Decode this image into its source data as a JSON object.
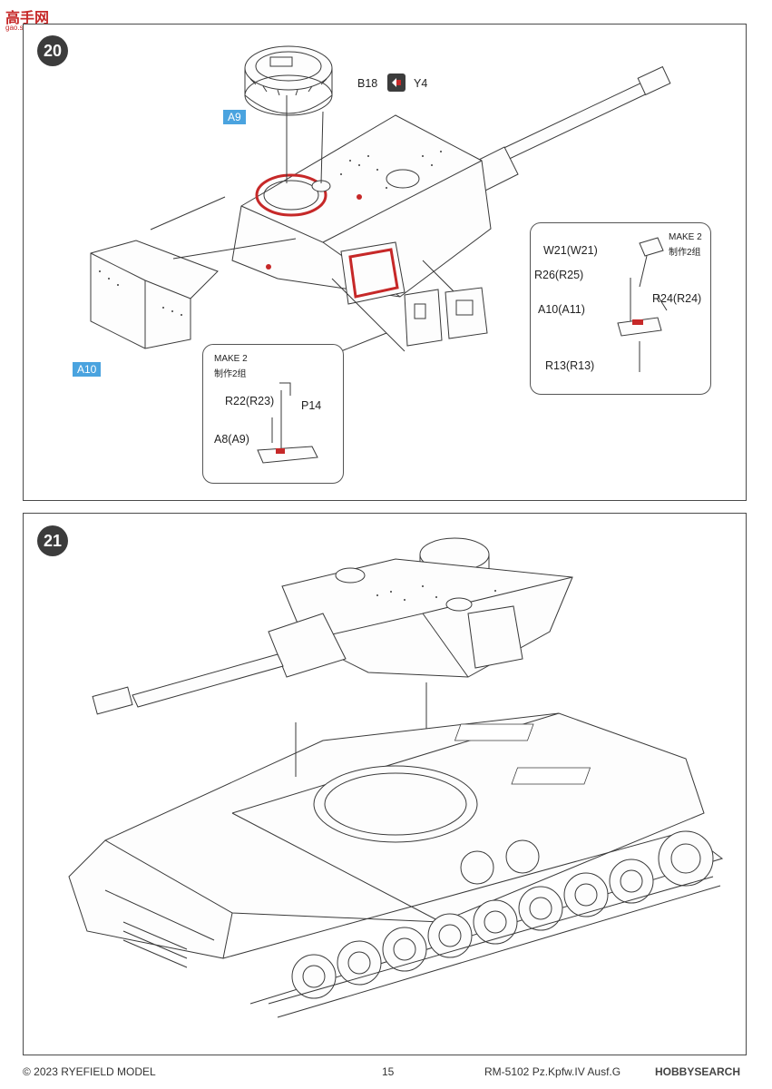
{
  "watermark": {
    "brand": "高手网",
    "url": "gao.shou.com"
  },
  "step20": {
    "number": "20",
    "labels": {
      "a9": "A9",
      "a10": "A10",
      "b18": "B18",
      "y4": "Y4"
    },
    "detail_left": {
      "make": "MAKE 2",
      "make_cn": "制作2组",
      "r22": "R22(R23)",
      "p14": "P14",
      "a8": "A8(A9)"
    },
    "detail_right": {
      "make": "MAKE 2",
      "make_cn": "制作2组",
      "w21": "W21(W21)",
      "r26": "R26(R25)",
      "r24": "R24(R24)",
      "a10": "A10(A11)",
      "r13": "R13(R13)"
    }
  },
  "step21": {
    "number": "21"
  },
  "footer": {
    "copyright": "© 2023 RYEFIELD MODEL",
    "page": "15",
    "title": "RM-5102 Pz.Kpfw.IV Ausf.G",
    "brand": "HOBBYSEARCH"
  },
  "colors": {
    "highlight": "#c62828",
    "tag": "#4aa3df",
    "badge": "#3c3c3c"
  }
}
